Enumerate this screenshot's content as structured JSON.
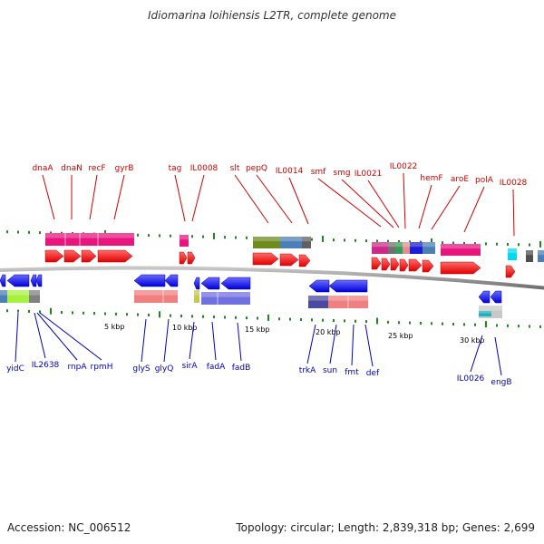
{
  "title": "Idiomarina loihiensis L2TR, complete genome",
  "footer": {
    "accession": "Accession: NC_006512",
    "summary": "Topology: circular; Length: 2,839,318 bp; Genes: 2,699"
  },
  "colors": {
    "forward_label": "#d40000",
    "reverse_label": "#0000c8",
    "forward_arrow": "#ff0000",
    "reverse_arrow": "#0000ff",
    "backbone": "#888888",
    "tick": "#1a8a1a"
  },
  "kbp_labels": [
    "5 kbp",
    "10 kbp",
    "15 kbp",
    "20 kbp",
    "25 kbp",
    "30 kbp"
  ],
  "forward_genes": [
    "dnaA",
    "dnaN",
    "recF",
    "gyrB",
    "tag",
    "IL0008",
    "slt",
    "pepQ",
    "IL0014",
    "smf",
    "smg",
    "IL0021",
    "IL0022",
    "hemF",
    "aroE",
    "polA",
    "IL0028"
  ],
  "reverse_genes": [
    "yidC",
    "IL2638",
    "rnpA",
    "rpmH",
    "glyS",
    "glyQ",
    "sirA",
    "fadA",
    "fadB",
    "trkA",
    "sun",
    "fmt",
    "def",
    "IL0026",
    "engB"
  ]
}
